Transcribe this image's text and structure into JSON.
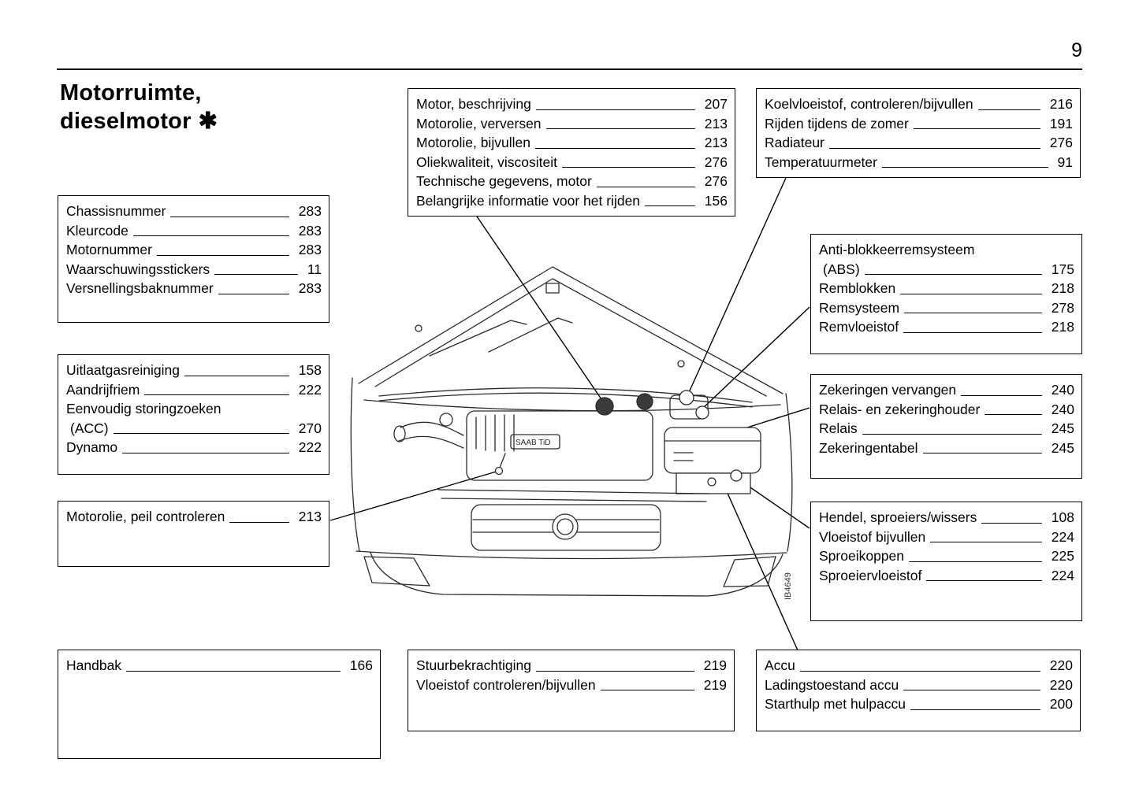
{
  "page_number": "9",
  "title": {
    "line1": "Motorruimte,",
    "line2": "dieselmotor",
    "symbol": "✱"
  },
  "figure_code": "IB4649",
  "engine_badge": "SAAB TiD",
  "boxes": {
    "engine_info": {
      "items": [
        {
          "label": "Motor, beschrijving",
          "page": "207"
        },
        {
          "label": "Motorolie, verversen",
          "page": "213"
        },
        {
          "label": "Motorolie, bijvullen",
          "page": "213"
        },
        {
          "label": "Oliekwaliteit, viscositeit",
          "page": "276"
        },
        {
          "label": "Technische gegevens, motor",
          "page": "276"
        },
        {
          "label": "Belangrijke informatie voor het rijden",
          "page": "156"
        }
      ]
    },
    "coolant": {
      "items": [
        {
          "label": "Koelvloeistof, controleren/bijvullen",
          "page": "216"
        },
        {
          "label": "Rijden tijdens de zomer",
          "page": "191"
        },
        {
          "label": "Radiateur",
          "page": "276"
        },
        {
          "label": "Temperatuurmeter",
          "page": "91"
        }
      ]
    },
    "identification": {
      "items": [
        {
          "label": "Chassisnummer",
          "page": "283"
        },
        {
          "label": "Kleurcode",
          "page": "283"
        },
        {
          "label": "Motornummer",
          "page": "283"
        },
        {
          "label": "Waarschuwingsstickers",
          "page": "11"
        },
        {
          "label": "Versnellingsbaknummer",
          "page": "283"
        }
      ]
    },
    "brakes": {
      "items": [
        {
          "label": "Anti-blokkeerremsysteem",
          "label2": "(ABS)",
          "page": "175"
        },
        {
          "label": "Remblokken",
          "page": "218"
        },
        {
          "label": "Remsysteem",
          "page": "278"
        },
        {
          "label": "Remvloeistof",
          "page": "218"
        }
      ]
    },
    "exhaust_drive": {
      "items": [
        {
          "label": "Uitlaatgasreiniging",
          "page": "158"
        },
        {
          "label": "Aandrijfriem",
          "page": "222"
        },
        {
          "label": "Eenvoudig storingzoeken",
          "label2": "(ACC)",
          "page": "270"
        },
        {
          "label": "Dynamo",
          "page": "222"
        }
      ]
    },
    "fuses": {
      "items": [
        {
          "label": "Zekeringen vervangen",
          "page": "240"
        },
        {
          "label": "Relais- en zekeringhouder",
          "page": "240"
        },
        {
          "label": "Relais",
          "page": "245"
        },
        {
          "label": "Zekeringentabel",
          "page": "245"
        }
      ]
    },
    "oil_level": {
      "items": [
        {
          "label": "Motorolie, peil controleren",
          "page": "213"
        }
      ]
    },
    "wipers": {
      "items": [
        {
          "label": "Hendel, sproeiers/wissers",
          "page": "108"
        },
        {
          "label": "Vloeistof bijvullen",
          "page": "224"
        },
        {
          "label": "Sproeikoppen",
          "page": "225"
        },
        {
          "label": "Sproeiervloeistof",
          "page": "224"
        }
      ]
    },
    "gearbox": {
      "items": [
        {
          "label": "Handbak",
          "page": "166"
        }
      ]
    },
    "steering": {
      "items": [
        {
          "label": "Stuurbekrachtiging",
          "page": "219"
        },
        {
          "label": "Vloeistof controleren/bijvullen",
          "page": "219"
        }
      ]
    },
    "battery": {
      "items": [
        {
          "label": "Accu",
          "page": "220"
        },
        {
          "label": "Ladingstoestand accu",
          "page": "220"
        },
        {
          "label": "Starthulp met hulpaccu",
          "page": "200"
        }
      ]
    }
  }
}
